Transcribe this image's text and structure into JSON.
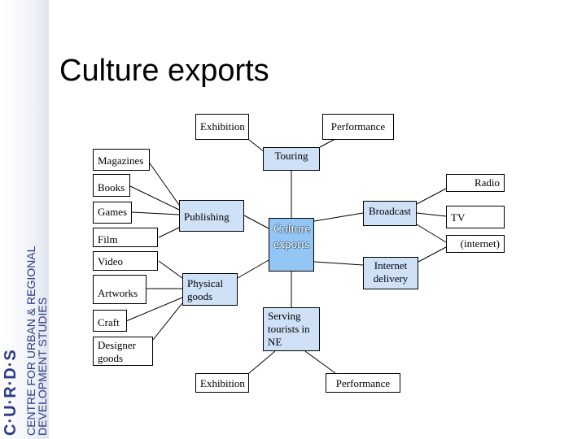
{
  "slide": {
    "title": "Culture exports"
  },
  "sidebar": {
    "logo": "C·U·R·D·S",
    "line1": "CENTRE FOR URBAN & REGIONAL",
    "line2": "DEVELOPMENT STUDIES"
  },
  "diagram": {
    "center": "Culture exports",
    "nodes": {
      "exhibition_top": "Exhibition",
      "performance_top": "Performance",
      "touring": "Touring",
      "magazines": "Magazines",
      "books": "Books",
      "games": "Games",
      "film": "Film",
      "video": "Video",
      "artworks": "Artworks",
      "craft": "Craft",
      "designer_goods": "Designer goods",
      "publishing": "Publishing",
      "physical_goods": "Physical goods",
      "serving_tourists": "Serving tourists in NE",
      "exhibition_bottom": "Exhibition",
      "performance_bottom": "Performance",
      "broadcast": "Broadcast",
      "internet_delivery": "Internet delivery",
      "radio": "Radio",
      "tv": "TV",
      "internet": "(internet)"
    }
  }
}
